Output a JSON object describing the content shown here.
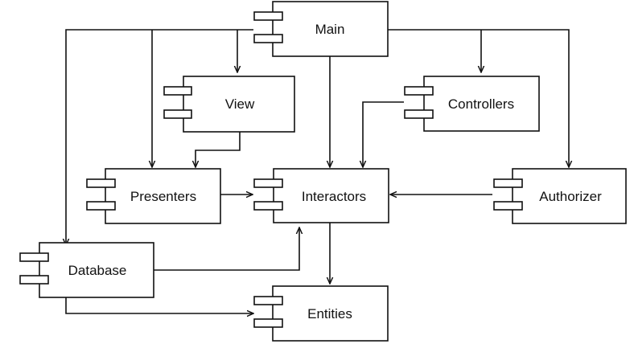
{
  "diagram": {
    "components": {
      "main": "Main",
      "view": "View",
      "controllers": "Controllers",
      "presenters": "Presenters",
      "interactors": "Interactors",
      "authorizer": "Authorizer",
      "database": "Database",
      "entities": "Entities"
    }
  },
  "colors": {
    "stroke": "#111111",
    "background": "#ffffff"
  }
}
